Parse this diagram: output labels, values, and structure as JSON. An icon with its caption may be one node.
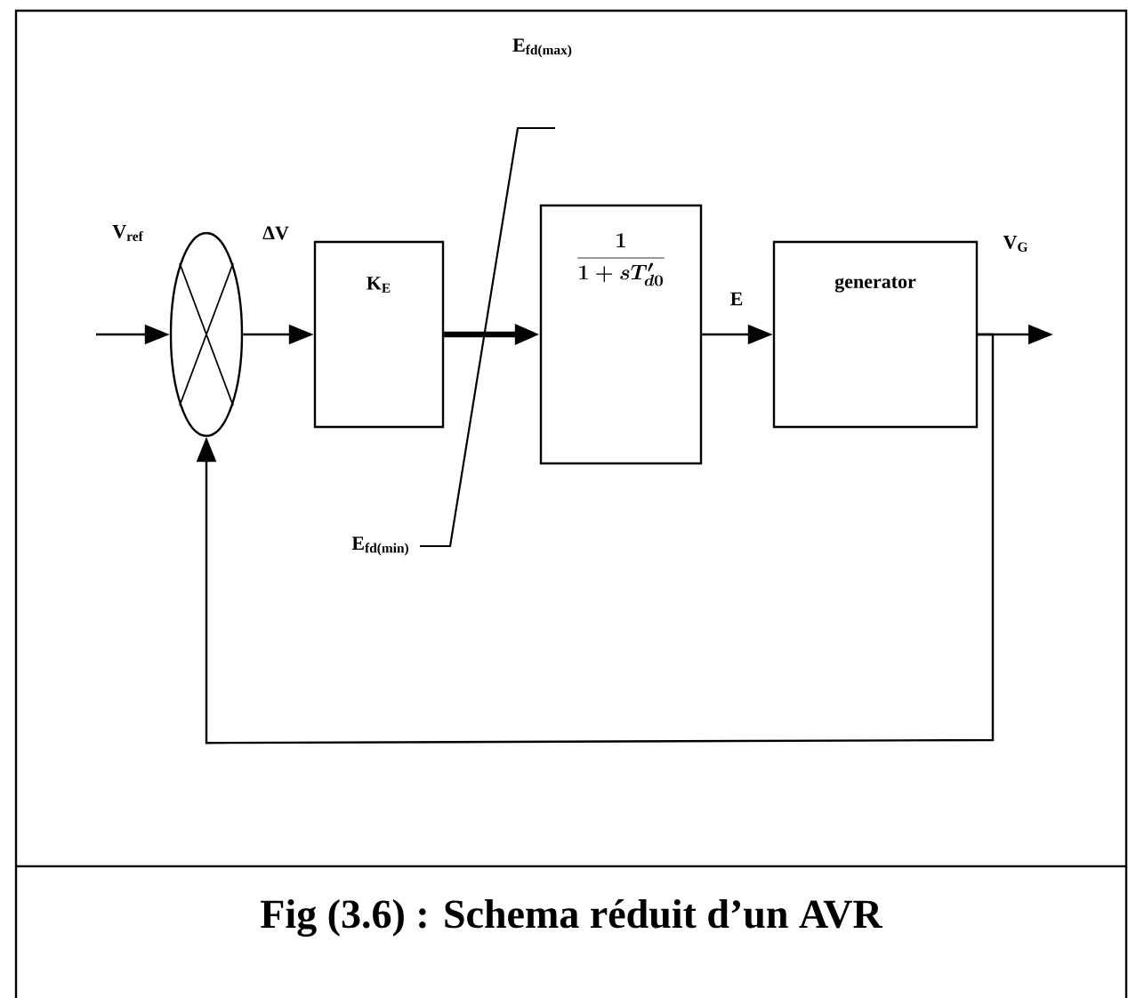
{
  "diagram": {
    "caption": "Fig (3.6) : Schema réduit d’un AVR",
    "nodes": [
      {
        "text": [],
        "shape": "circle"
      },
      {
        "text": [
          "K$_{E}$"
        ]
      },
      {
        "text": [
          "\\frac{1}{1+sT'_{d0}}"
        ]
      },
      {
        "text": [
          "generator"
        ]
      }
    ],
    "edges": [
      {
        "from": null,
        "to": 0,
        "arrow": "to",
        "label": "V$_{ref}$"
      },
      {
        "from": 0,
        "to": 1,
        "arrow": "to",
        "label": "ΔV"
      },
      {
        "from": 1,
        "to": 2,
        "arrow": "to",
        "style": "thick"
      },
      {
        "from": 2,
        "to": 3,
        "arrow": "to",
        "label": "E"
      },
      {
        "from": 3,
        "to": null,
        "arrow": "to",
        "label": "V$_{G}$"
      },
      {
        "from": 3,
        "to": 0,
        "arrow": "to"
      }
    ],
    "labels": [
      "E$_{fd(max)}$",
      "E$_{fd(min)}$"
    ]
  }
}
